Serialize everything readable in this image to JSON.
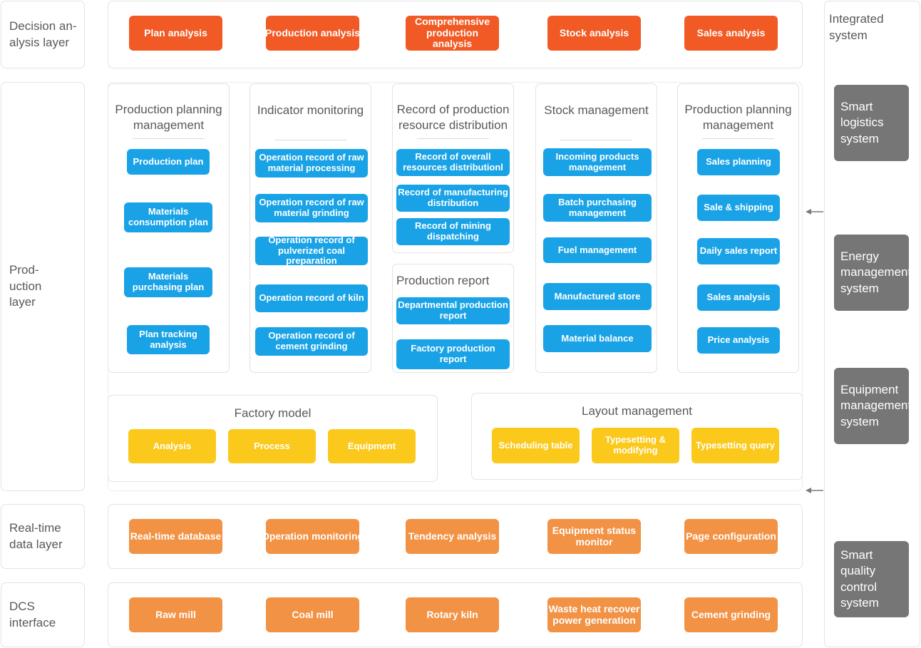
{
  "layers": [
    {
      "name": "decision-analysis-layer",
      "lines": [
        "Decision an-",
        "alysis  layer"
      ]
    },
    {
      "name": "production-layer",
      "lines": [
        "Prod-",
        "uction",
        "layer"
      ]
    },
    {
      "name": "real-time-data-layer",
      "lines": [
        "Real-time",
        "data layer"
      ]
    },
    {
      "name": "dcs-interface-layer",
      "lines": [
        "DCS",
        "interface"
      ]
    }
  ],
  "decision_layer": {
    "items": [
      {
        "label": "Plan analysis"
      },
      {
        "label": "Production analysis"
      },
      {
        "label": "Comprehensive production analysis"
      },
      {
        "label": "Stock analysis"
      },
      {
        "label": "Sales analysis"
      }
    ]
  },
  "production_layer": {
    "sections": [
      {
        "title": "Production planning management",
        "underline": true,
        "items": [
          {
            "label": "Production plan"
          },
          {
            "label": "Materials consumption plan"
          },
          {
            "label": "Materials purchasing plan"
          },
          {
            "label": "Plan tracking analysis"
          }
        ]
      },
      {
        "title": "Indicator monitoring",
        "underline": true,
        "items": [
          {
            "label": "Operation record of raw material processing"
          },
          {
            "label": "Operation record of raw material grinding"
          },
          {
            "label": "Operation record of pulverized coal preparation"
          },
          {
            "label": "Operation record of kiln"
          },
          {
            "label": "Operation record of cement grinding"
          }
        ]
      },
      {
        "title": "Record of production resource distribution",
        "underline": true,
        "items": [
          {
            "label": "Record of overall resources distributionl"
          },
          {
            "label": "Record of manufacturing distribution"
          },
          {
            "label": "Record of mining dispatching"
          }
        ]
      },
      {
        "title": "Production report",
        "underline": false,
        "items": [
          {
            "label": "Departmental production report"
          },
          {
            "label": "Factory production report"
          }
        ]
      },
      {
        "title": "Stock management",
        "underline": true,
        "items": [
          {
            "label": "Incoming products management"
          },
          {
            "label": "Batch purchasing management"
          },
          {
            "label": "Fuel management"
          },
          {
            "label": "Manufactured store"
          },
          {
            "label": "Material balance"
          }
        ]
      },
      {
        "title": "Production planning management",
        "underline": true,
        "items": [
          {
            "label": "Sales planning"
          },
          {
            "label": "Sale & shipping"
          },
          {
            "label": "Daily sales report"
          },
          {
            "label": "Sales analysis"
          },
          {
            "label": "Price analysis"
          }
        ]
      }
    ],
    "factory_model": {
      "title": "Factory model",
      "items": [
        {
          "label": "Analysis"
        },
        {
          "label": "Process"
        },
        {
          "label": "Equipment"
        }
      ]
    },
    "layout_management": {
      "title": "Layout management",
      "items": [
        {
          "label": "Scheduling table"
        },
        {
          "label": "Typesetting & modifying"
        },
        {
          "label": "Typesetting query"
        }
      ]
    }
  },
  "realtime_layer": {
    "items": [
      {
        "label": "Real-time database"
      },
      {
        "label": "Operation monitoring"
      },
      {
        "label": "Tendency analysis"
      },
      {
        "label": "Equipment status monitor"
      },
      {
        "label": "Page configuration"
      }
    ]
  },
  "dcs_layer": {
    "items": [
      {
        "label": "Raw mill"
      },
      {
        "label": "Coal mill"
      },
      {
        "label": "Rotary kiln"
      },
      {
        "label": "Waste heat recover power generation"
      },
      {
        "label": "Cement grinding"
      }
    ]
  },
  "integrated_system": {
    "title": "Integrated system",
    "items": [
      {
        "label": "Smart logistics system"
      },
      {
        "label": "Energy management system"
      },
      {
        "label": "Equipment management system"
      },
      {
        "label": "Smart quality control system"
      }
    ]
  },
  "colors": {
    "red": "#f15a24",
    "blue": "#19a3e6",
    "yellow": "#fbc91b",
    "orange": "#f29244",
    "gray": "#767676",
    "text": "#595959",
    "border": "#e3e3e3"
  }
}
